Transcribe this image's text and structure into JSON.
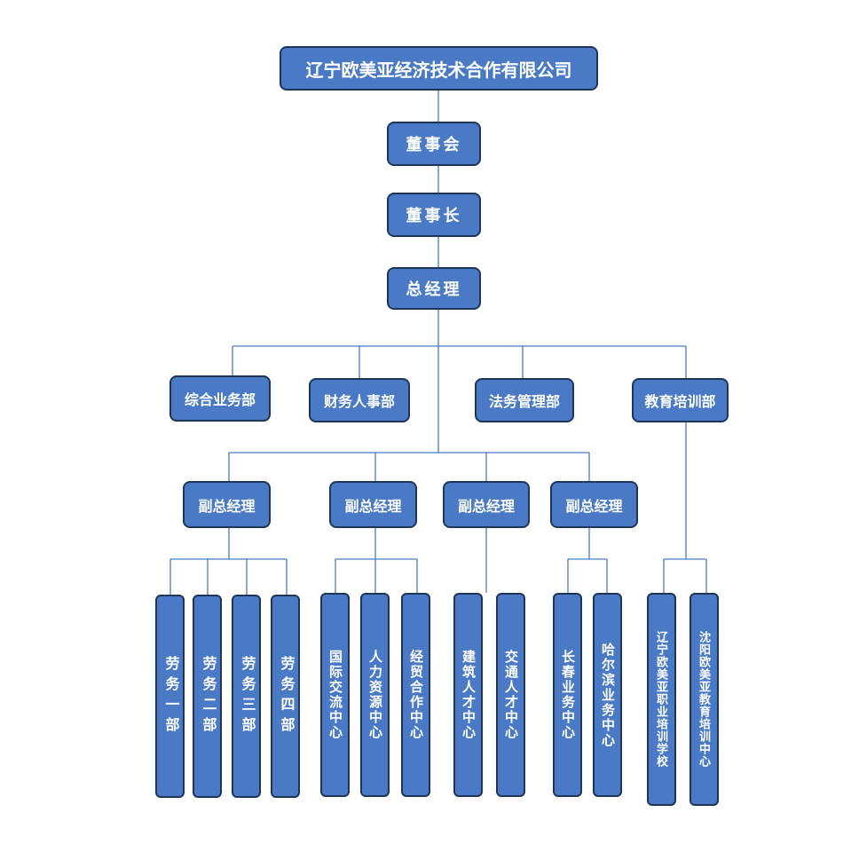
{
  "org": {
    "company": "辽宁欧美亚经济技术合作有限公司",
    "board": "董事会",
    "chairman": "董事长",
    "gm": "总经理",
    "departments": [
      "综合业务部",
      "财务人事部",
      "法务管理部",
      "教育培训部"
    ],
    "deputies": [
      "副总经理",
      "副总经理",
      "副总经理",
      "副总经理"
    ],
    "units": [
      "劳务一部",
      "劳务二部",
      "劳务三部",
      "劳务四部",
      "国际交流中心",
      "人力资源中心",
      "经贸合作中心",
      "建筑人才中心",
      "交通人才中心",
      "长春业务中心",
      "哈尔滨业务中心",
      "辽宁欧美亚职业培训学校",
      "沈阳欧美亚教育培训中心"
    ]
  },
  "colors": {
    "box_fill": "#4a7ac6",
    "box_border": "#1f3556",
    "connector": "#4a7ac6",
    "text": "#ffffff"
  }
}
